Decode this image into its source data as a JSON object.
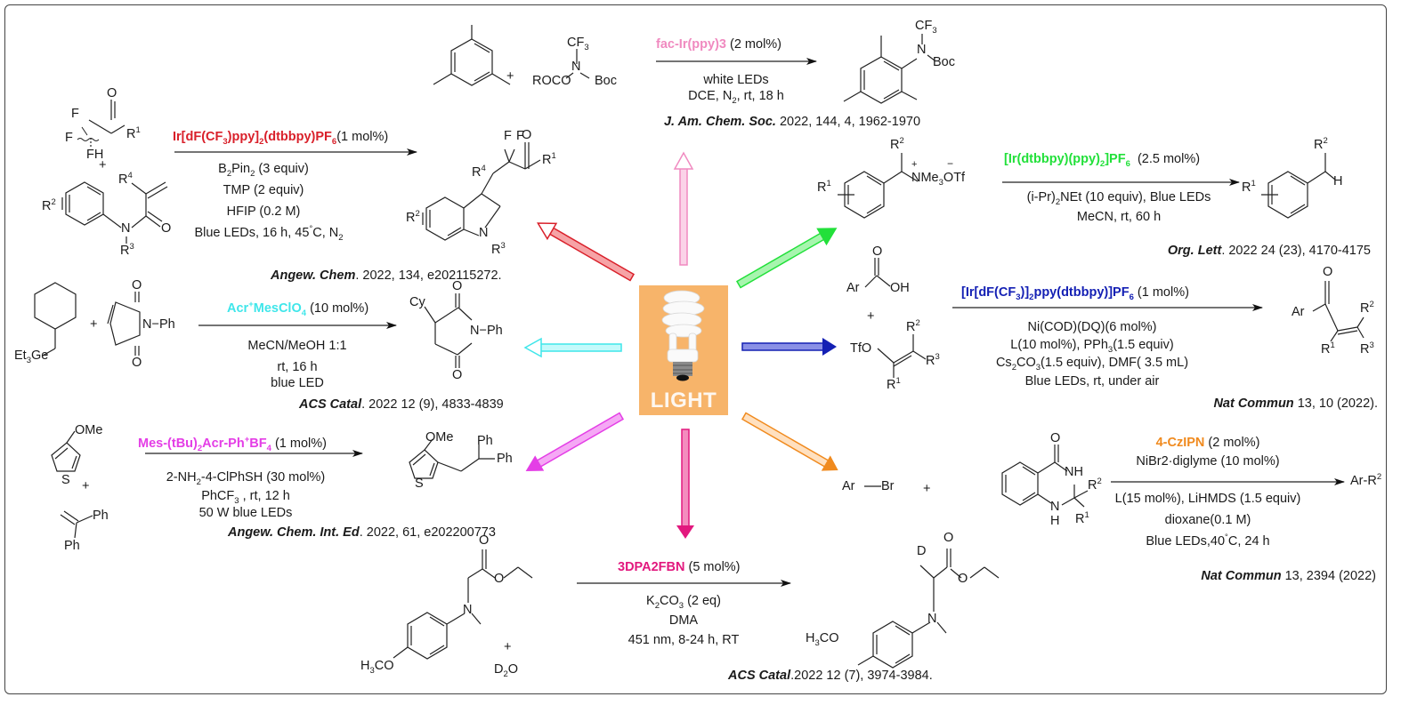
{
  "center": {
    "label": "LIGHT",
    "icon": "light-bulb-icon"
  },
  "colors": {
    "red": "#d9202a",
    "pink": "#f08ac0",
    "green": "#22e03a",
    "blue": "#1420b4",
    "cyan": "#3fe6ea",
    "magenta": "#e43ee6",
    "deeppink": "#e2187e",
    "orange": "#f08a1e"
  },
  "reactions": [
    {
      "id": "trifluoromethylamination",
      "arrow_color": "pink",
      "reactant_labels": [
        "ROCO",
        "N",
        "Boc",
        "CF3",
        "+"
      ],
      "catalyst": "fac-Ir(ppy)3",
      "catalyst_loading": "(2 mol%)",
      "conditions": [
        "white LEDs",
        "DCE, N2, rt, 18 h"
      ],
      "product_labels": [
        "CF3",
        "N",
        "Boc"
      ],
      "reference": {
        "journal": "J. Am. Chem. Soc.",
        "details": "2022, 144, 4, 1962-1970"
      }
    },
    {
      "id": "difluoroalkylation",
      "arrow_color": "red",
      "reactant_labels": [
        "O",
        "F",
        "F",
        "FH",
        "R1",
        "+",
        "R4",
        "R2",
        "N",
        "O",
        "R3"
      ],
      "catalyst": "Ir[dF(CF3)ppy]2(dtbbpy)PF6",
      "catalyst_loading": "(1 mol%)",
      "conditions": [
        "B2Pin2 (3 equiv)",
        "TMP (2 equiv)",
        "HFIP (0.2 M)",
        "Blue LEDs, 16 h, 45°C, N2"
      ],
      "product_labels": [
        "F",
        "F",
        "O",
        "R1",
        "R4",
        "R2",
        "N",
        "R3"
      ],
      "reference": {
        "journal": "Angew. Chem",
        "details": ". 2022, 134, e202115272."
      }
    },
    {
      "id": "deamination",
      "arrow_color": "green",
      "reactant_labels": [
        "R2",
        "+",
        "NMe3OTf",
        "−",
        "R1"
      ],
      "catalyst": "[Ir(dtbbpy)(ppy)2]PF6",
      "catalyst_loading": "(2.5 mol%)",
      "conditions": [
        "(i-Pr)2NEt (10 equiv), Blue LEDs",
        "MeCN, rt, 60 h"
      ],
      "product_labels": [
        "R2",
        "H",
        "R1"
      ],
      "reference": {
        "journal": "Org. Lett",
        "details": ". 2022 24 (23), 4170-4175"
      }
    },
    {
      "id": "germanium-alkylation",
      "arrow_color": "cyan",
      "reactant_labels": [
        "Et3Ge",
        "+",
        "O",
        "N−Ph",
        "O"
      ],
      "catalyst": "Acr+MesClO4",
      "catalyst_loading": "(10 mol%)",
      "conditions": [
        "MeCN/MeOH 1:1",
        "rt, 16 h",
        "blue LED"
      ],
      "product_labels": [
        "Cy",
        "O",
        "N−Ph",
        "O"
      ],
      "reference": {
        "journal": "ACS Catal",
        "details": ". 2022 12 (9), 4833-4839"
      }
    },
    {
      "id": "ketone-synthesis",
      "arrow_color": "blue",
      "reactant_labels": [
        "O",
        "Ar",
        "OH",
        "+",
        "R2",
        "TfO",
        "R3",
        "R1"
      ],
      "catalyst": "[Ir[dF(CF3)]2ppy(dtbbpy)]PF6",
      "catalyst_loading": "(1 mol%)",
      "conditions": [
        "Ni(COD)(DQ)(6 mol%)",
        "L(10 mol%), PPh3(1.5 equiv)",
        "Cs2CO3(1.5 equiv), DMF( 3.5 mL)",
        "Blue LEDs, rt, under air"
      ],
      "product_labels": [
        "O",
        "Ar",
        "R2",
        "R1",
        "R3"
      ],
      "reference": {
        "journal": "Nat Commun",
        "details": " 13, 10 (2022)."
      }
    },
    {
      "id": "thiophene-alkylation",
      "arrow_color": "magenta",
      "reactant_labels": [
        "OMe",
        "S",
        "+",
        "Ph",
        "Ph"
      ],
      "catalyst": "Mes-(tBu)2Acr-Ph+BF4",
      "catalyst_loading": "(1 mol%)",
      "conditions": [
        "2-NH2-4-ClPhSH (30 mol%)",
        "PhCF3 , rt, 12 h",
        "50 W blue LEDs"
      ],
      "product_labels": [
        "OMe",
        "Ph",
        "Ph",
        "S"
      ],
      "reference": {
        "journal": "Angew. Chem. Int. Ed",
        "details": ". 2022, 61, e202200773"
      }
    },
    {
      "id": "deuteration",
      "arrow_color": "deeppink",
      "reactant_labels": [
        "O",
        "O",
        "N",
        "H3CO",
        "+",
        "D2O"
      ],
      "catalyst": "3DPA2FBN",
      "catalyst_loading": "(5 mol%)",
      "conditions": [
        "K2CO3 (2 eq)",
        "DMA",
        "451 nm, 8-24 h, RT"
      ],
      "product_labels": [
        "D",
        "O",
        "O",
        "N",
        "H3CO"
      ],
      "reference": {
        "journal": "ACS Catal",
        "details": ".2022 12 (7), 3974-3984."
      }
    },
    {
      "id": "cross-coupling",
      "arrow_color": "orange",
      "reactant_labels": [
        "Ar",
        "Br",
        "+",
        "O",
        "NH",
        "R2",
        "N",
        "H",
        "R1"
      ],
      "catalyst": "4-CzIPN",
      "catalyst_loading": "(2 mol%)",
      "conditions_above": [
        "NiBr2·diglyme (10 mol%)"
      ],
      "conditions": [
        "L(15 mol%), LiHMDS (1.5 equiv)",
        "dioxane(0.1 M)",
        "Blue LEDs,40°C, 24 h"
      ],
      "product_labels": [
        "Ar-R2"
      ],
      "reference": {
        "journal": "Nat Commun",
        "details": " 13, 2394 (2022)"
      }
    }
  ]
}
